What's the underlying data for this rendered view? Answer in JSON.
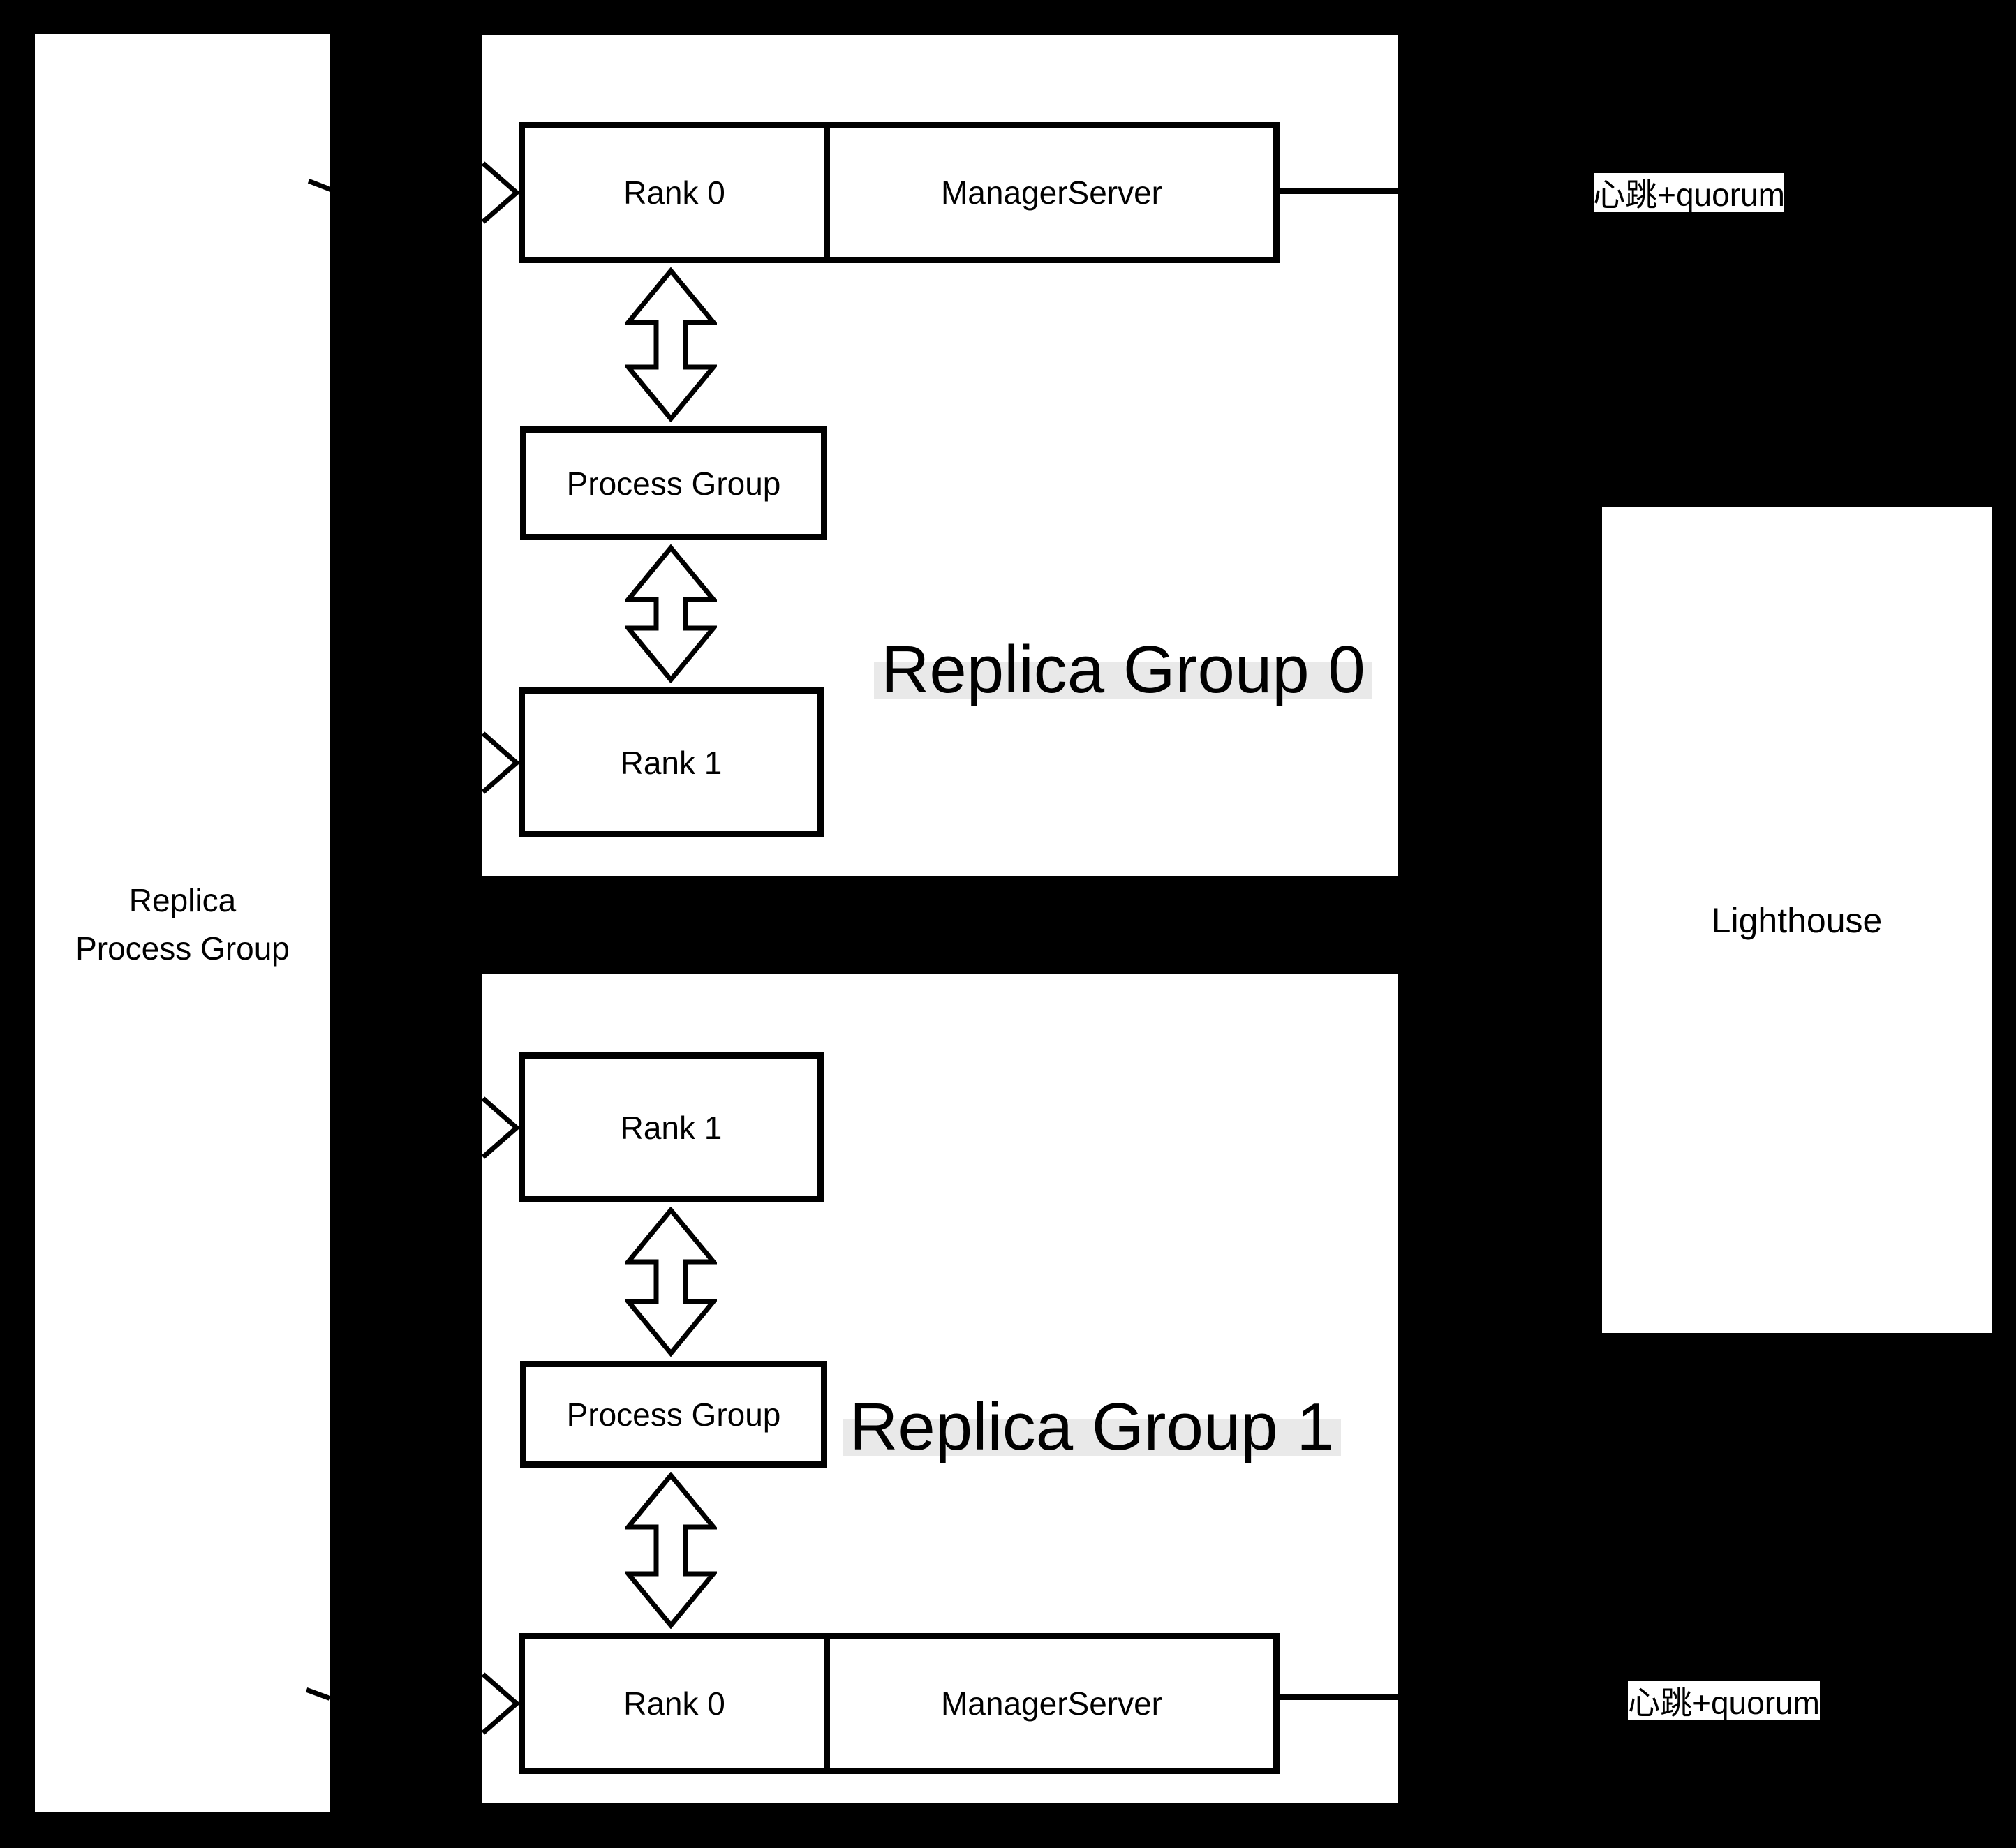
{
  "canvas": {
    "background": "#000000",
    "box_fill": "#ffffff",
    "line_color": "#000000",
    "title_highlight": "#e9e9e9"
  },
  "left_panel": {
    "line1": "Replica",
    "line2": "Process Group"
  },
  "group0": {
    "title": "Replica Group 0",
    "rank0": "Rank 0",
    "manager": "ManagerServer",
    "process_group": "Process Group",
    "rank1": "Rank 1"
  },
  "group1": {
    "title": "Replica Group 1",
    "rank1": "Rank 1",
    "process_group": "Process Group",
    "rank0": "Rank 0",
    "manager": "ManagerServer"
  },
  "lighthouse": {
    "label": "Lighthouse"
  },
  "labels": {
    "heartbeat_top": "心跳+quorum",
    "heartbeat_bottom": "心跳+quorum"
  }
}
